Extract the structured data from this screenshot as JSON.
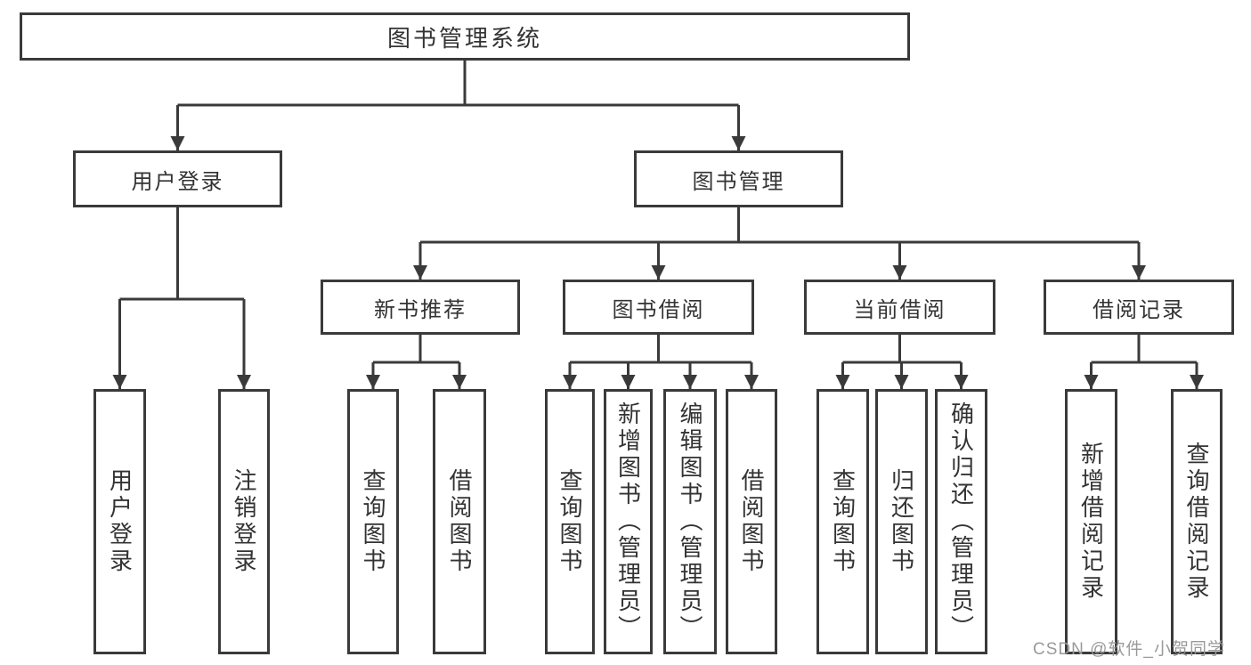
{
  "tree": {
    "label": "图书管理系统",
    "children": [
      {
        "label": "用户登录",
        "children": [
          {
            "label": "用户登录"
          },
          {
            "label": "注销登录"
          }
        ]
      },
      {
        "label": "图书管理",
        "children": [
          {
            "label": "新书推荐",
            "children": [
              {
                "label": "查询图书"
              },
              {
                "label": "借阅图书"
              }
            ]
          },
          {
            "label": "图书借阅",
            "children": [
              {
                "label": "查询图书"
              },
              {
                "label": "新增图书（管理员）"
              },
              {
                "label": "编辑图书（管理员）"
              },
              {
                "label": "借阅图书"
              }
            ]
          },
          {
            "label": "当前借阅",
            "children": [
              {
                "label": "查询图书"
              },
              {
                "label": "归还图书"
              },
              {
                "label": "确认归还（管理员）"
              }
            ]
          },
          {
            "label": "借阅记录",
            "children": [
              {
                "label": "新增借阅记录"
              },
              {
                "label": "查询借阅记录"
              }
            ]
          }
        ]
      }
    ]
  },
  "watermark": "CSDN @软件_小贺同学",
  "colors": {
    "line": "#3a3a3a",
    "text": "#333333",
    "watermark": "#9a9a9a",
    "bg": "#ffffff"
  }
}
